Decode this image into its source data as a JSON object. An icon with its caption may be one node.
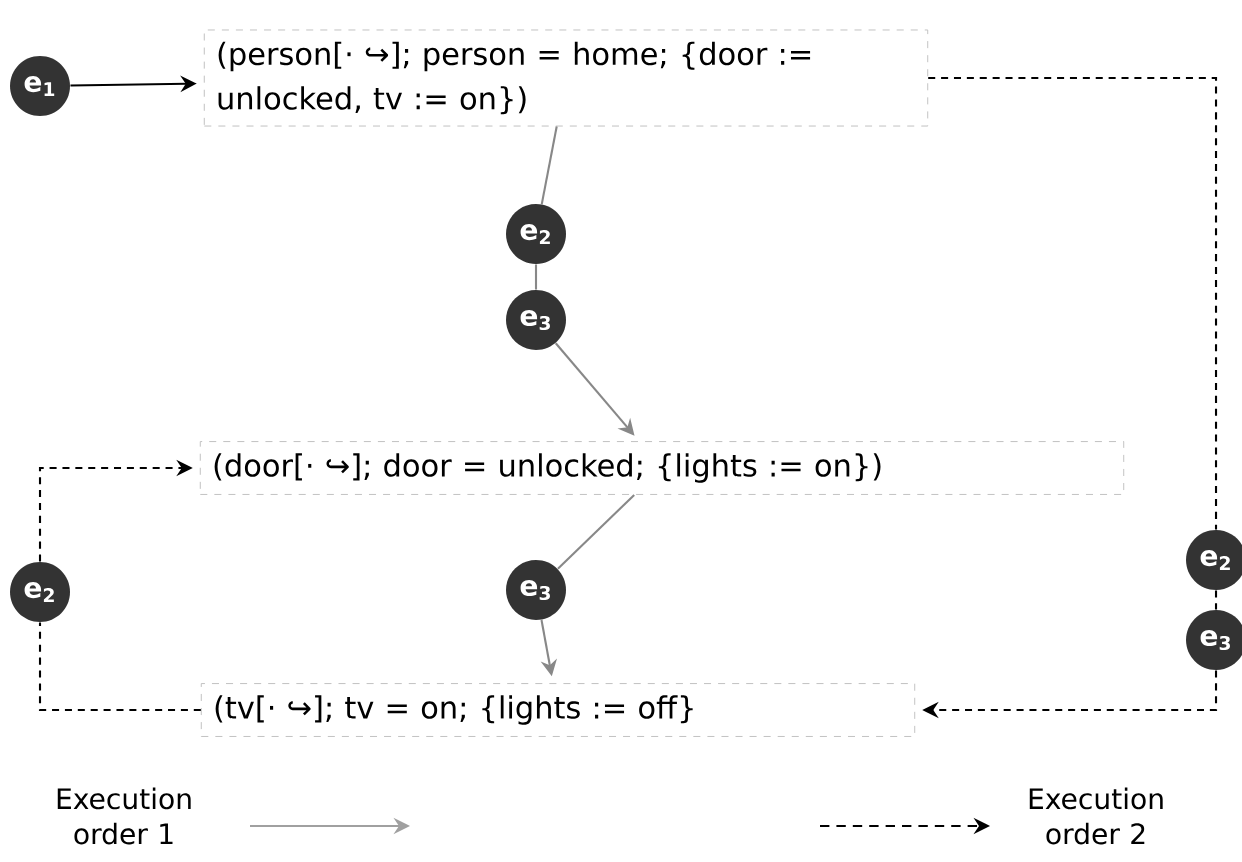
{
  "diagram": {
    "nodes": [
      {
        "text": [
          "e$_{1}$"
        ]
      },
      {
        "text": [
          "(person[· ↪]; person = home; {door := unlocked, tv := on})"
        ]
      },
      {
        "text": [
          "e$_{2}$"
        ]
      },
      {
        "text": [
          "e$_{3}$"
        ]
      },
      {
        "text": [
          "(door[· ↪]; door = unlocked; {lights := on})"
        ]
      },
      {
        "text": [
          "e$_{3}$"
        ]
      },
      {
        "text": [
          "(tv[· ↪]; tv = on; {lights := off}"
        ]
      },
      {
        "text": [
          "e$_{2}$"
        ]
      },
      {
        "text": [
          "e$_{2}$"
        ]
      },
      {
        "text": [
          "e$_{3}$"
        ]
      }
    ],
    "edges": [
      {
        "from": 0,
        "to": 1,
        "arrow": "to"
      },
      {
        "from": 1,
        "to": 2,
        "arrow": "none",
        "color": "#888888"
      },
      {
        "from": 2,
        "to": 3,
        "arrow": "none",
        "color": "#888888"
      },
      {
        "from": 3,
        "to": 4,
        "arrow": "to",
        "color": "#888888"
      },
      {
        "from": 4,
        "to": 5,
        "arrow": "none",
        "color": "#888888"
      },
      {
        "from": 5,
        "to": 6,
        "arrow": "to",
        "color": "#888888"
      },
      {
        "from": 6,
        "to": 7,
        "arrow": "none",
        "style": "dashed"
      },
      {
        "from": 7,
        "to": 4,
        "arrow": "to",
        "style": "dashed"
      },
      {
        "from": 1,
        "to": 8,
        "arrow": "none",
        "style": "dashed"
      },
      {
        "from": 8,
        "to": 9,
        "arrow": "none",
        "style": "dashed"
      },
      {
        "from": 9,
        "to": 6,
        "arrow": "to",
        "style": "dashed"
      }
    ],
    "legend": [
      {
        "text": "Execution order 1"
      },
      {
        "text": "Execution order 2"
      }
    ]
  }
}
